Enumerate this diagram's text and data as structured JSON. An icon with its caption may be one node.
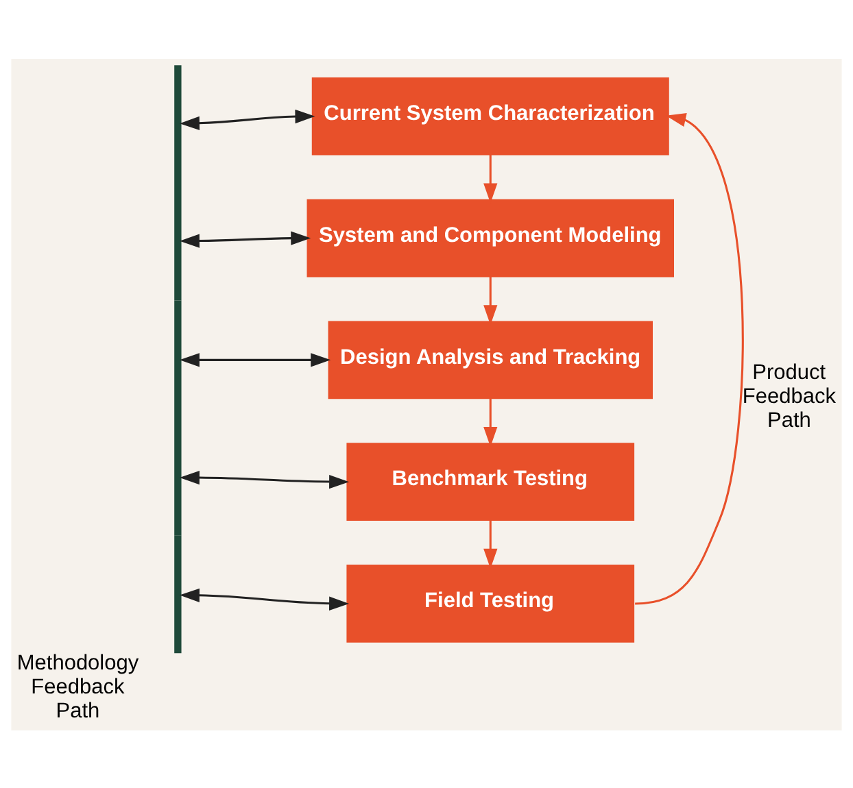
{
  "diagram": {
    "nodes": [
      {
        "text": [
          "Current System Characterization"
        ]
      },
      {
        "text": [
          "System and Component Modeling"
        ]
      },
      {
        "text": [
          "Design Analysis and Tracking"
        ]
      },
      {
        "text": [
          "Benchmark Testing"
        ]
      },
      {
        "text": [
          "Field Testing"
        ]
      },
      {
        "text": [],
        "shape": "bar",
        "beside": [
          "Methodology Feedback Path"
        ]
      }
    ],
    "edges": [
      {
        "from": 0,
        "to": 1,
        "arrow": "to",
        "color": "#e8502a"
      },
      {
        "from": 1,
        "to": 2,
        "arrow": "to",
        "color": "#e8502a"
      },
      {
        "from": 2,
        "to": 3,
        "arrow": "to",
        "color": "#e8502a"
      },
      {
        "from": 3,
        "to": 4,
        "arrow": "to",
        "color": "#e8502a"
      },
      {
        "from": 4,
        "to": 0,
        "arrow": "to",
        "color": "#e8502a",
        "label": "Product Feedback Path"
      },
      {
        "from": 5,
        "to": 0,
        "arrow": "both",
        "color": "#222222"
      },
      {
        "from": 5,
        "to": 1,
        "arrow": "both",
        "color": "#222222"
      },
      {
        "from": 5,
        "to": 2,
        "arrow": "both",
        "color": "#222222"
      },
      {
        "from": 5,
        "to": 3,
        "arrow": "both",
        "color": "#222222"
      },
      {
        "from": 5,
        "to": 4,
        "arrow": "both",
        "color": "#222222"
      }
    ]
  }
}
